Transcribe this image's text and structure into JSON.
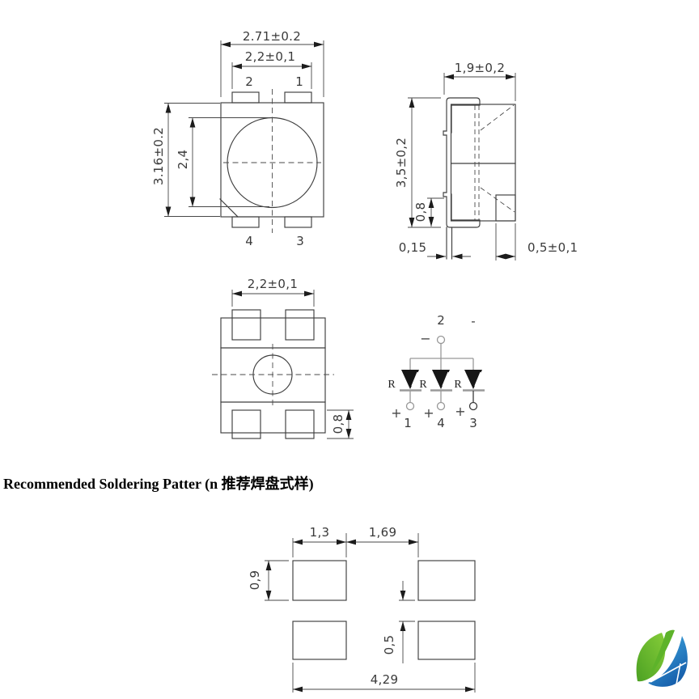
{
  "title": "Recommended Soldering Patter (n 推荐焊盘式样)",
  "front_view": {
    "dim_body_width": "2.71±0.2",
    "dim_pad_span": "2,2±0,1",
    "dim_body_height": "3.16±0.2",
    "dim_lens_diameter": "2,4",
    "pins": {
      "top_left": "2",
      "top_right": "1",
      "bottom_left": "4",
      "bottom_right": "3"
    }
  },
  "side_view": {
    "dim_depth": "1,9±0,2",
    "dim_height": "3,5±0,2",
    "dim_lead_foot": "0,8",
    "dim_lead_thickness": "0,15",
    "dim_pad_width": "0,5±0,1"
  },
  "bottom_view": {
    "dim_pad_span": "2,2±0,1",
    "dim_pad_height": "0,8"
  },
  "schematic": {
    "common_pin_label": "2",
    "common_sign": "−",
    "top_dash": "-",
    "resistor_label": "R",
    "anode_sign": "+",
    "pin_labels": [
      "1",
      "4",
      "3"
    ]
  },
  "solder_pattern": {
    "dim_pad_width": "1,3",
    "dim_pad_gap": "1,69",
    "dim_pad_height": "0,9",
    "dim_row_gap": "0,5",
    "dim_total_width": "4,29"
  },
  "colors": {
    "drawing_line": "#3d3d3d",
    "arrow": "#1c1c1c",
    "schematic_wire": "#979797",
    "logo_green_light": "#86cd39",
    "logo_green_dark": "#4ca123",
    "logo_blue_light": "#3fa9e0",
    "logo_blue_dark": "#1257a6"
  }
}
